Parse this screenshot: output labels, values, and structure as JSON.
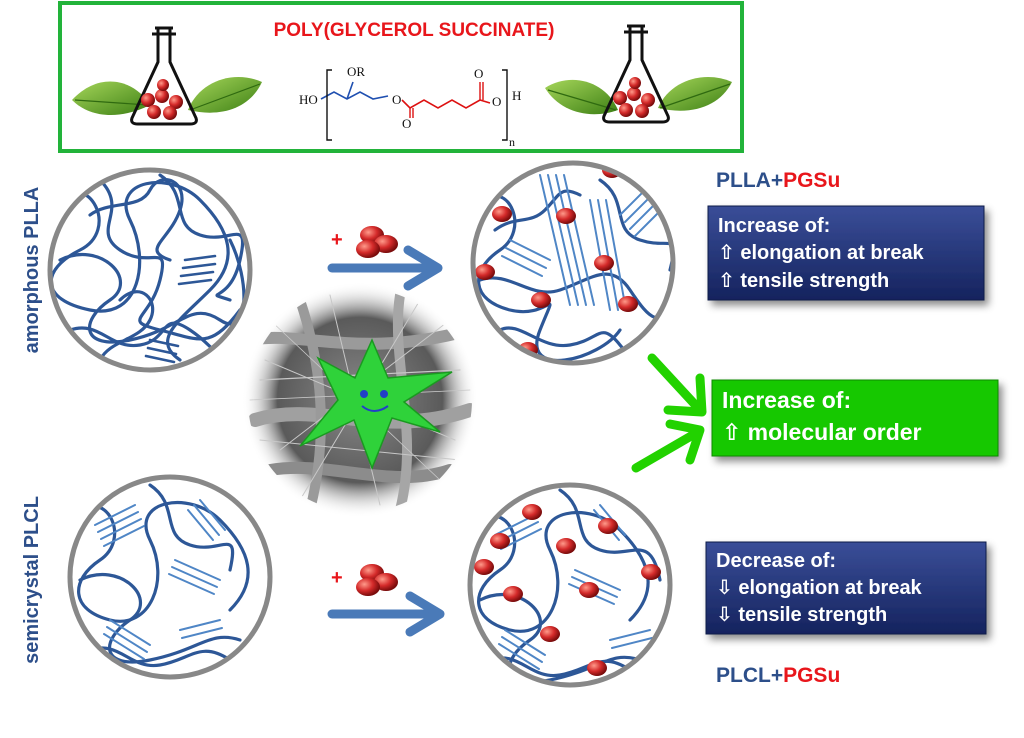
{
  "title": "POLY(GLYCEROL SUCCINATE)",
  "formula": {
    "ho": "HO",
    "or": "OR",
    "o1": "O",
    "o2": "O",
    "o3": "O",
    "o4": "O",
    "h": "H",
    "n": "n"
  },
  "labels": {
    "amorphous": "amorphous PLLA",
    "semicrystal": "semicrystal PLCL",
    "plus_top": "+",
    "plus_bottom": "+"
  },
  "plla": {
    "base": "PLLA+",
    "additive": "PGSu"
  },
  "plcl": {
    "base": "PLCL+",
    "additive": "PGSu"
  },
  "box_plla": {
    "heading": "Increase of:",
    "line1": "⇧ elongation at break",
    "line2": "⇧ tensile strength"
  },
  "box_order": {
    "heading": "Increase of:",
    "line1": "⇧  molecular order"
  },
  "box_plcl": {
    "heading": "Decrease of:",
    "line1": "⇩ elongation at break",
    "line2": "⇩ tensile strength"
  },
  "colors": {
    "title_red": "#e8161b",
    "chain_blue": "#2d5797",
    "crystal_blue": "#4f86c6",
    "arrow_blue": "#4a7ab8",
    "arrow_green": "#22d200",
    "frame_green": "#22b33a",
    "box_navy": "#1e2f73",
    "box_green": "#19c800",
    "bead_red": "#d42a2a",
    "leaf_green": "#5aa022",
    "cell_green": "#2fd23a"
  },
  "icons": [
    "flask-icon",
    "leaf-icon",
    "bead-cluster-icon",
    "cell-icon",
    "arrow-icon"
  ]
}
